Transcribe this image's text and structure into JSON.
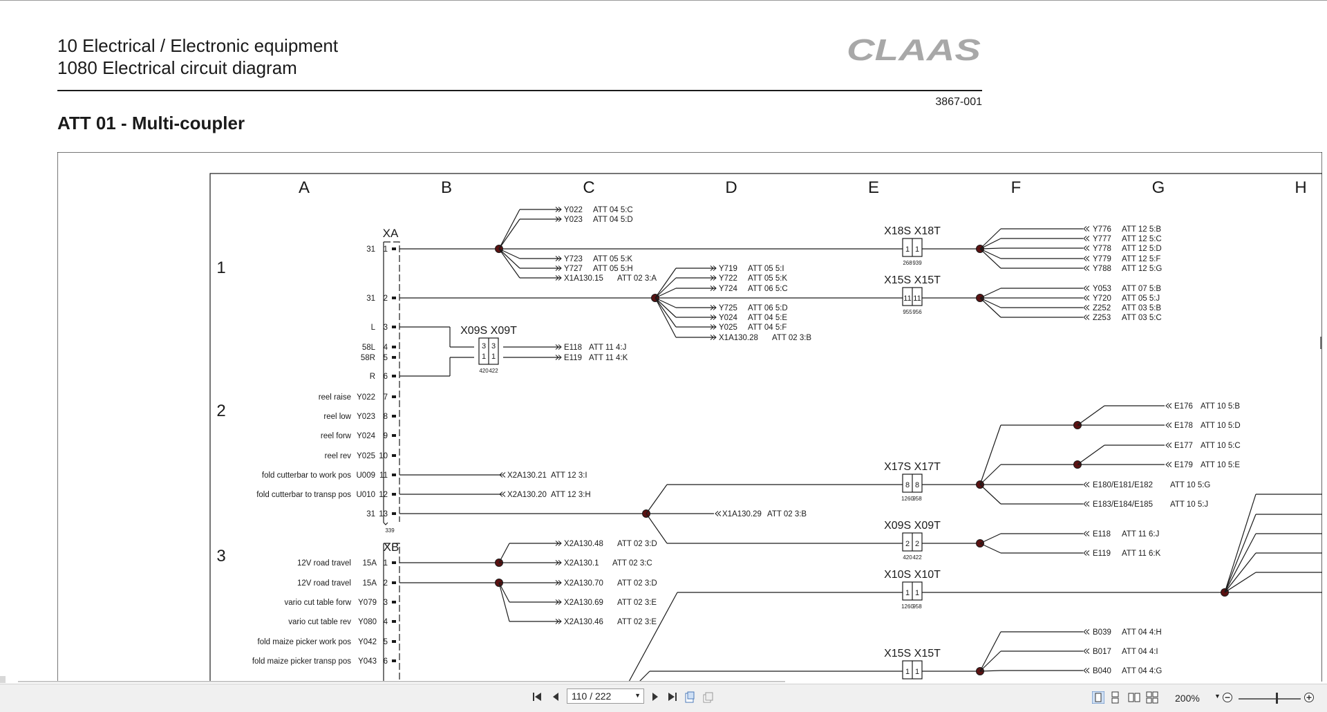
{
  "header": {
    "line1": "10 Electrical / Electronic equipment",
    "line2": "1080 Electrical circuit diagram",
    "doc_number": "3867-001",
    "section_title": "ATT 01 - Multi-coupler",
    "logo_text": "CLAAS"
  },
  "diagram": {
    "columns": [
      "A",
      "B",
      "C",
      "D",
      "E",
      "F",
      "G",
      "H"
    ],
    "rows": [
      "1",
      "2",
      "3"
    ],
    "connector_xa": {
      "name": "XA",
      "pins": [
        {
          "pin": "1",
          "wire": "31",
          "label": ""
        },
        {
          "pin": "2",
          "wire": "31",
          "label": ""
        },
        {
          "pin": "3",
          "wire": "L",
          "label": ""
        },
        {
          "pin": "4",
          "wire": "58L",
          "label": ""
        },
        {
          "pin": "5",
          "wire": "58R",
          "label": ""
        },
        {
          "pin": "6",
          "wire": "R",
          "label": ""
        },
        {
          "pin": "7",
          "wire": "Y022",
          "label": "reel raise"
        },
        {
          "pin": "8",
          "wire": "Y023",
          "label": "reel low"
        },
        {
          "pin": "9",
          "wire": "Y024",
          "label": "reel forw"
        },
        {
          "pin": "10",
          "wire": "Y025",
          "label": "reel rev"
        },
        {
          "pin": "11",
          "wire": "U009",
          "label": "fold cutterbar to work pos"
        },
        {
          "pin": "12",
          "wire": "U010",
          "label": "fold cutterbar to transp pos"
        },
        {
          "pin": "13",
          "wire": "31",
          "label": ""
        }
      ],
      "footnote": "339"
    },
    "connector_xb": {
      "name": "XB",
      "pins": [
        {
          "pin": "1",
          "wire": "15A",
          "label": "12V road travel"
        },
        {
          "pin": "2",
          "wire": "15A",
          "label": "12V road travel"
        },
        {
          "pin": "3",
          "wire": "Y079",
          "label": "vario cut table forw"
        },
        {
          "pin": "4",
          "wire": "Y080",
          "label": "vario cut table rev"
        },
        {
          "pin": "5",
          "wire": "Y042",
          "label": "fold maize picker work pos"
        },
        {
          "pin": "6",
          "wire": "Y043",
          "label": "fold maize picker transp pos"
        }
      ]
    },
    "couplers": [
      {
        "id": "c1",
        "name": "X18S X18T",
        "pins": [
          "1",
          "1"
        ],
        "codes": [
          "268",
          "939"
        ]
      },
      {
        "id": "c2",
        "name": "X15S X15T",
        "pins": [
          "11",
          "11"
        ],
        "codes": [
          "955",
          "956"
        ]
      },
      {
        "id": "c3",
        "name": "X09S X09T",
        "pins": [
          "3",
          "3",
          "1",
          "1"
        ],
        "codes": [
          "420",
          "422"
        ]
      },
      {
        "id": "c4",
        "name": "X17S X17T",
        "pins": [
          "8",
          "8"
        ],
        "codes": [
          "1260",
          "958"
        ]
      },
      {
        "id": "c5",
        "name": "X09S X09T",
        "pins": [
          "2",
          "2"
        ],
        "codes": [
          "420",
          "422"
        ]
      },
      {
        "id": "c6",
        "name": "X10S X10T",
        "pins": [
          "1",
          "1"
        ],
        "codes": [
          "1260",
          "958"
        ]
      },
      {
        "id": "c7",
        "name": "X15S X15T",
        "pins": [
          "1",
          "1"
        ],
        "codes": []
      }
    ],
    "refs_c1": [
      {
        "code": "Y022",
        "att": "ATT 04 5:C"
      },
      {
        "code": "Y023",
        "att": "ATT 04 5:D"
      },
      {
        "code": "Y723",
        "att": "ATT 05 5:K"
      },
      {
        "code": "Y727",
        "att": "ATT 05 5:H"
      },
      {
        "code": "X1A130.15",
        "att": "ATT 02 3:A"
      }
    ],
    "refs_d2": [
      {
        "code": "Y719",
        "att": "ATT 05 5:I"
      },
      {
        "code": "Y722",
        "att": "ATT 05 5:K"
      },
      {
        "code": "Y724",
        "att": "ATT 06 5:C"
      },
      {
        "code": "Y725",
        "att": "ATT 06 5:D"
      },
      {
        "code": "Y024",
        "att": "ATT 04 5:E"
      },
      {
        "code": "Y025",
        "att": "ATT 04 5:F"
      },
      {
        "code": "X1A130.28",
        "att": "ATT 02 3:B"
      }
    ],
    "refs_f1": [
      {
        "code": "Y776",
        "att": "ATT 12 5:B"
      },
      {
        "code": "Y777",
        "att": "ATT 12 5:C"
      },
      {
        "code": "Y778",
        "att": "ATT 12 5:D"
      },
      {
        "code": "Y779",
        "att": "ATT 12 5:F"
      },
      {
        "code": "Y788",
        "att": "ATT 12 5:G"
      }
    ],
    "refs_f2": [
      {
        "code": "Y053",
        "att": "ATT 07 5:B"
      },
      {
        "code": "Y720",
        "att": "ATT 05 5:J"
      },
      {
        "code": "Z252",
        "att": "ATT 03 5:B"
      },
      {
        "code": "Z253",
        "att": "ATT 03 5:C"
      }
    ],
    "refs_x09": [
      {
        "code": "E118",
        "att": "ATT 11 4:J"
      },
      {
        "code": "E119",
        "att": "ATT 11 4:K"
      }
    ],
    "refs_u": [
      {
        "code": "X2A130.21",
        "att": "ATT 12 3:I"
      },
      {
        "code": "X2A130.20",
        "att": "ATT 12 3:H"
      },
      {
        "code": "X1A130.29",
        "att": "ATT 02 3:B"
      }
    ],
    "refs_f3": [
      {
        "code": "E176",
        "att": "ATT 10 5:B"
      },
      {
        "code": "E178",
        "att": "ATT 10 5:D"
      },
      {
        "code": "E177",
        "att": "ATT 10 5:C"
      },
      {
        "code": "E179",
        "att": "ATT 10 5:E"
      },
      {
        "code": "E180/E181/E182",
        "att": "ATT 10 5:G"
      },
      {
        "code": "E183/E184/E185",
        "att": "ATT 10 5:J"
      }
    ],
    "refs_f4": [
      {
        "code": "E118",
        "att": "ATT 11 6:J"
      },
      {
        "code": "E119",
        "att": "ATT 11 6:K"
      }
    ],
    "refs_xb": [
      {
        "code": "X2A130.48",
        "att": "ATT 02 3:D"
      },
      {
        "code": "X2A130.1",
        "att": "ATT 02 3:C"
      },
      {
        "code": "X2A130.70",
        "att": "ATT 02 3:D"
      },
      {
        "code": "X2A130.69",
        "att": "ATT 02 3:E"
      },
      {
        "code": "X2A130.46",
        "att": "ATT 02 3:E"
      }
    ],
    "refs_b": [
      {
        "code": "B039",
        "att": "ATT 04 4:H"
      },
      {
        "code": "B017",
        "att": "ATT 04 4:I"
      },
      {
        "code": "B040",
        "att": "ATT 04 4:G"
      }
    ]
  },
  "toolbar": {
    "page_indicator": "110 / 222",
    "zoom": "200%"
  }
}
